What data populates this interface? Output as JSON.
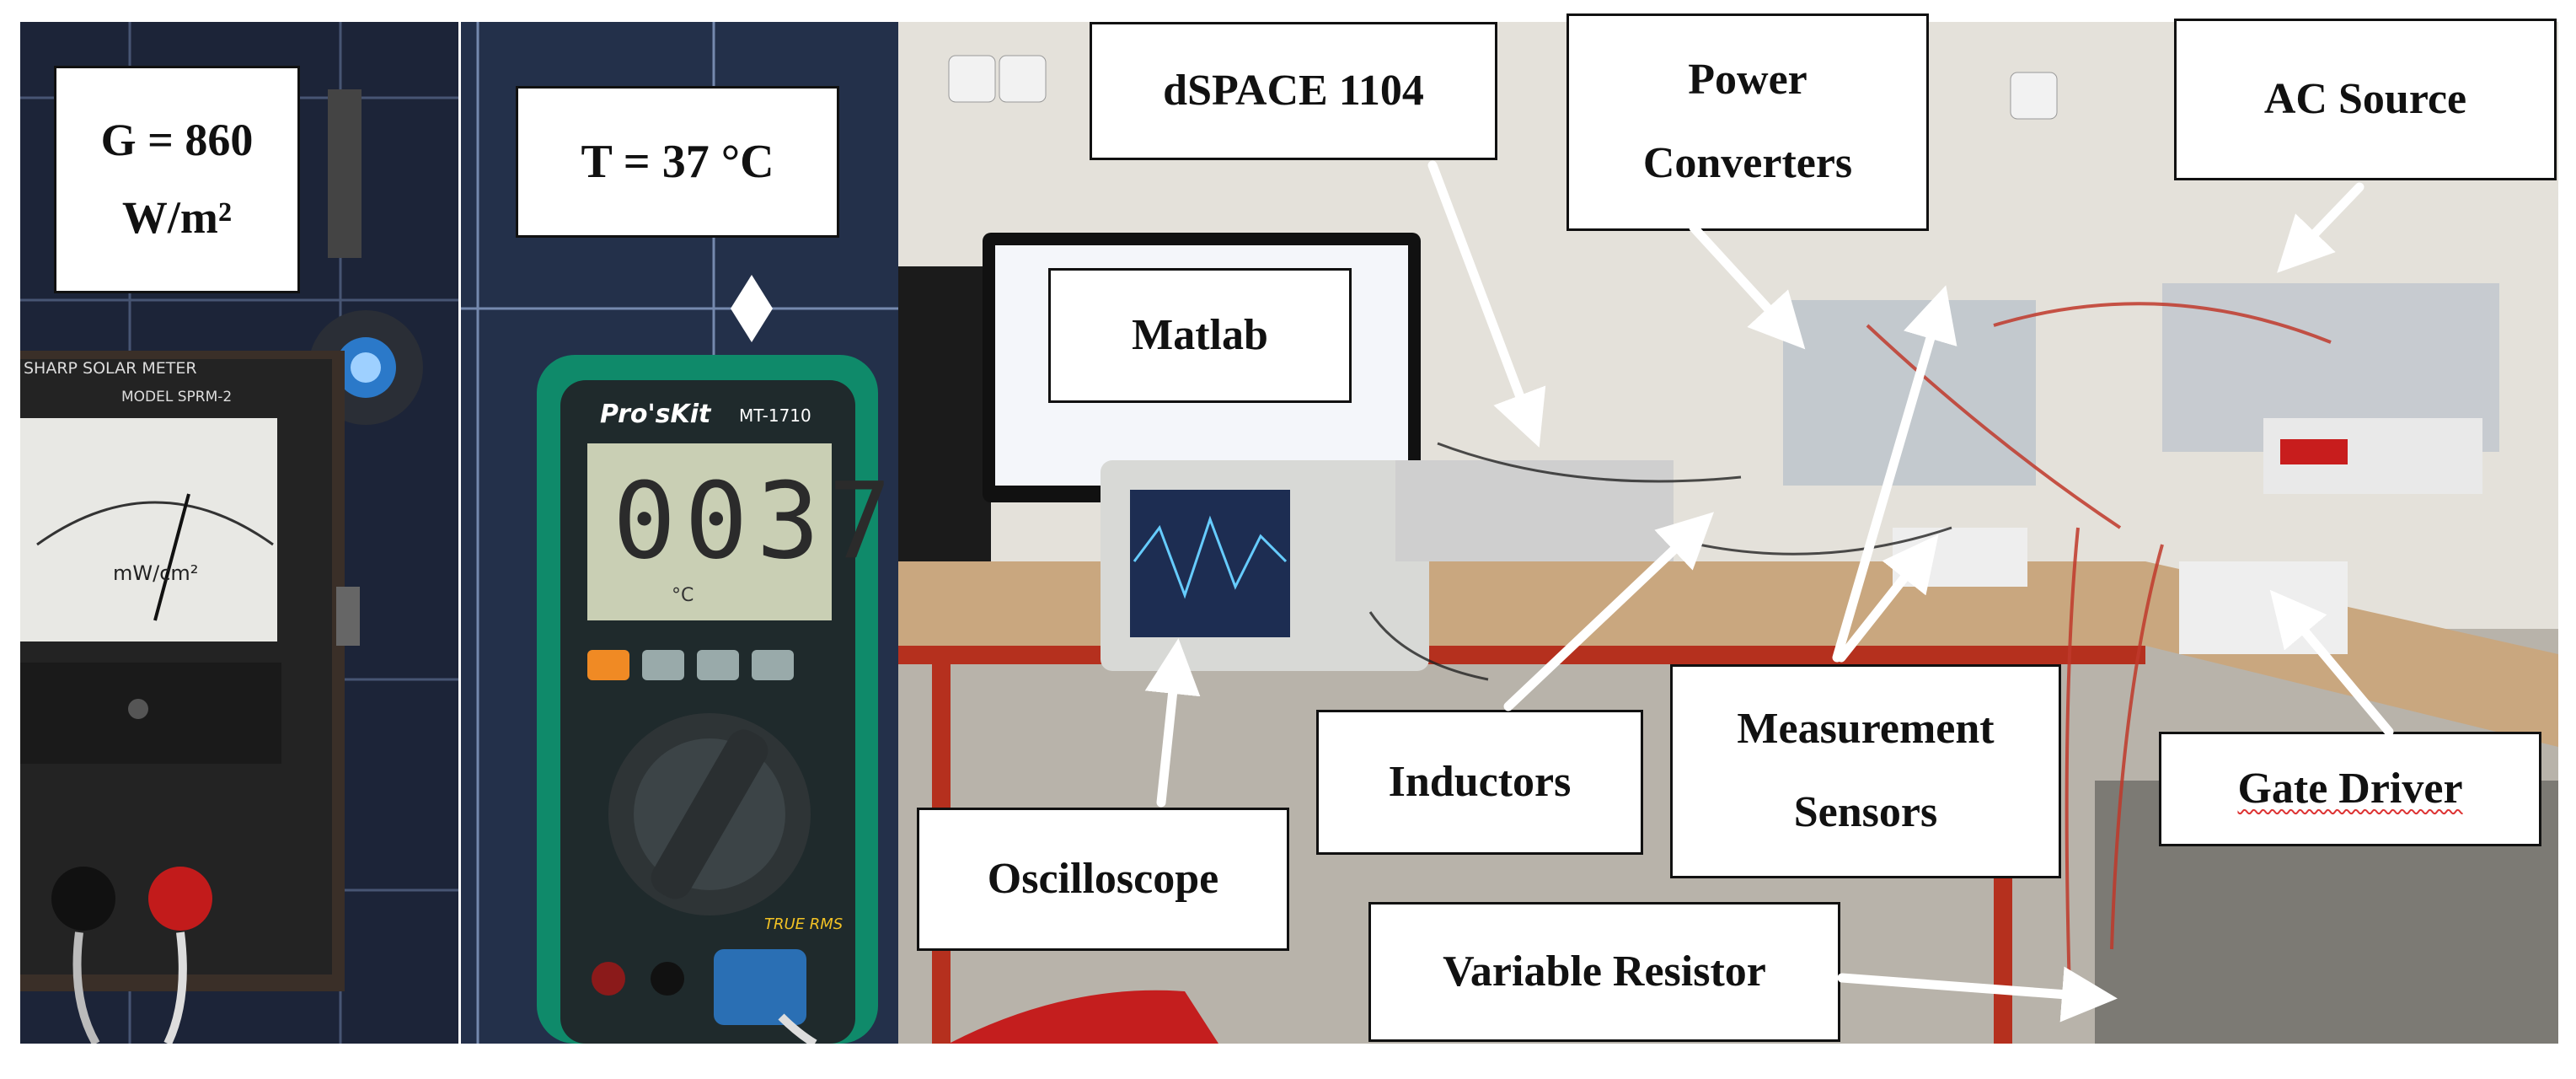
{
  "panels": {
    "solar_meter": {
      "meter_brand": "SHARP SOLAR METER",
      "meter_model": "MODEL SPRM-2",
      "meter_unit": "mW/cm²",
      "annotation": {
        "line1": "G = 860",
        "line2": "W/m²"
      }
    },
    "multimeter": {
      "brand": "Pro'sKit",
      "model": "MT-1710",
      "display": "0037",
      "display_unit": "°C",
      "true_rms": "TRUE RMS",
      "annotation": "T = 37 °C"
    },
    "testbench": {
      "labels": {
        "dspace": "dSPACE 1104",
        "power_converters_1": "Power",
        "power_converters_2": "Converters",
        "ac_source": "AC Source",
        "matlab": "Matlab",
        "inductors": "Inductors",
        "measurement_sensors_1": "Measurement",
        "measurement_sensors_2": "Sensors",
        "gate_driver": "Gate Driver",
        "oscilloscope": "Oscilloscope",
        "variable_resistor": "Variable Resistor"
      }
    }
  },
  "colors": {
    "multimeter_body": "#0f8a6a",
    "arrow": "#ffffff",
    "table": "#c9a77f"
  }
}
